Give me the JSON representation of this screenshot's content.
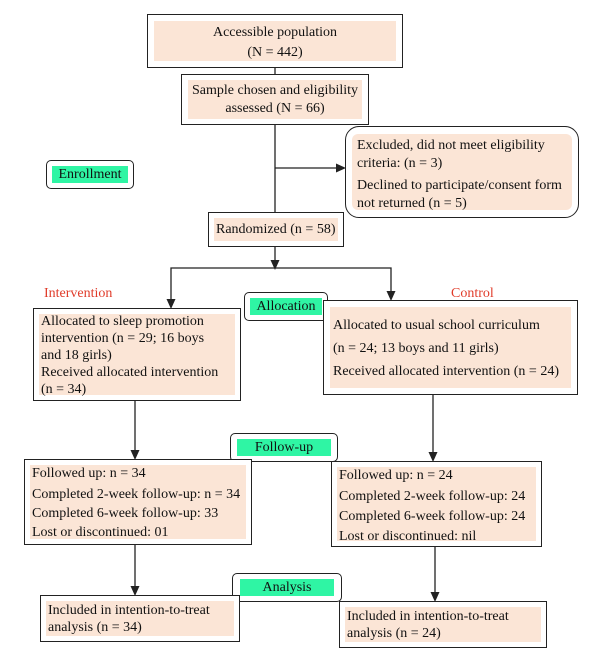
{
  "boxes": {
    "population": {
      "line1": "Accessible population",
      "line2": "(N = 442)"
    },
    "eligibility": {
      "line1": "Sample chosen and eligibility",
      "line2": "assessed (N = 66)"
    },
    "excluded": {
      "line1": "Excluded, did not meet eligibility",
      "line2": "criteria: (n = 3)",
      "line3": "Declined to participate/consent form",
      "line4": "not returned (n = 5)"
    },
    "randomized": {
      "line1": "Randomized (n = 58)"
    },
    "intervention_alloc": {
      "line1": "Allocated to sleep promotion",
      "line2": "intervention (n = 29; 16 boys",
      "line3": "and 18 girls)",
      "line4": "Received allocated intervention",
      "line5": "(n = 34)"
    },
    "control_alloc": {
      "line1": "Allocated to usual school curriculum",
      "line2": "(n = 24; 13 boys and 11 girls)",
      "line3": "Received allocated intervention (n = 24)"
    },
    "intervention_follow": {
      "line1": "Followed up: n = 34",
      "line2": "Completed 2-week follow-up: n = 34",
      "line3": "Completed 6-week follow-up: 33",
      "line4": "Lost or discontinued: 01"
    },
    "control_follow": {
      "line1": "Followed up: n = 24",
      "line2": "Completed 2-week follow-up: 24",
      "line3": "Completed 6-week follow-up: 24",
      "line4": "Lost or discontinued: nil"
    },
    "intervention_analysis": {
      "line1": "Included in intention-to-treat",
      "line2": "analysis (n = 34)"
    },
    "control_analysis": {
      "line1": "Included in intention-to-treat",
      "line2": "analysis (n = 24)"
    }
  },
  "labels": {
    "intervention": "Intervention",
    "control": "Control"
  },
  "phases": {
    "enrollment": "Enrollment",
    "allocation": "Allocation",
    "follow_up": "Follow-up",
    "analysis": "Analysis"
  },
  "colors": {
    "box_fill": "#fbe5d6",
    "phase_fill": "#2ff5a4",
    "arm_label": "#e03c2a"
  }
}
